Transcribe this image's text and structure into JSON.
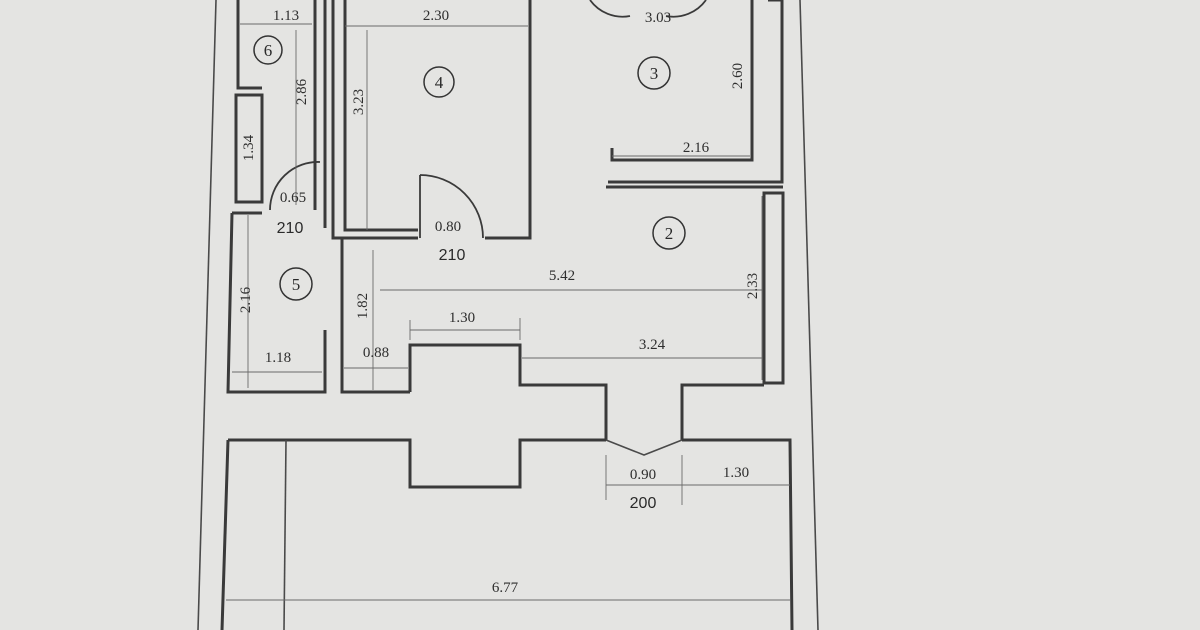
{
  "rooms": [
    {
      "id": "room-6",
      "number": "6"
    },
    {
      "id": "room-4",
      "number": "4"
    },
    {
      "id": "room-3",
      "number": "3"
    },
    {
      "id": "room-2",
      "number": "2"
    },
    {
      "id": "room-5",
      "number": "5"
    }
  ],
  "dimensions": {
    "r6_width": "1.13",
    "r6_height": "2.86",
    "r4_width": "2.30",
    "r4_height": "3.23",
    "r3_width": "3.03",
    "r3_height": "2.60",
    "r3_bottom": "2.16",
    "corridor_left": "1.34",
    "door_06": "0.65",
    "door_06_height": "210",
    "door_08": "0.80",
    "door_08_height": "210",
    "r2_width": "5.42",
    "r2_height": "2.33",
    "r5_height": "2.16",
    "r5_width": "1.18",
    "hall_height": "1.82",
    "hall_width": "0.88",
    "niche_width": "1.30",
    "r2_lower": "3.24",
    "entry_width": "0.90",
    "entry_height": "200",
    "entry_right": "1.30",
    "loggia_width": "6.77"
  }
}
